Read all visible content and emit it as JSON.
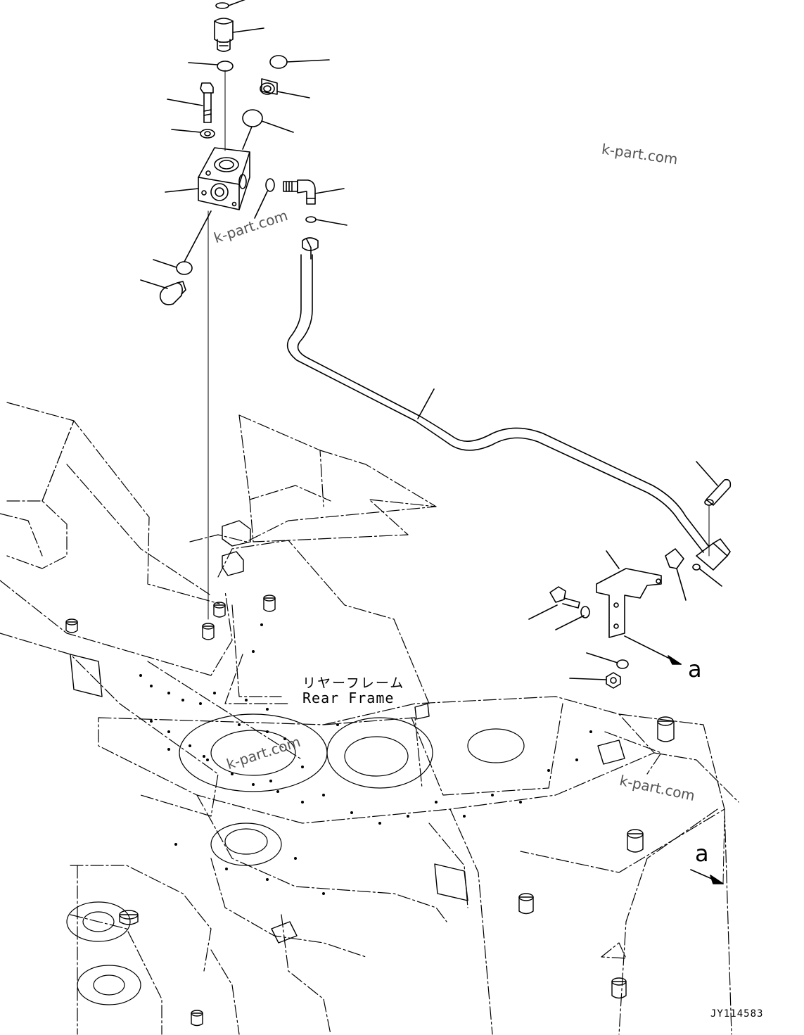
{
  "frame_label": {
    "japanese": "リヤーフレーム",
    "english": "Rear Frame"
  },
  "view_marks": {
    "upper": "a",
    "lower": "a"
  },
  "watermarks": [
    "k-part.com",
    "k-part.com",
    "k-part.com",
    "k-part.com"
  ],
  "drawing_number": "JY114583"
}
